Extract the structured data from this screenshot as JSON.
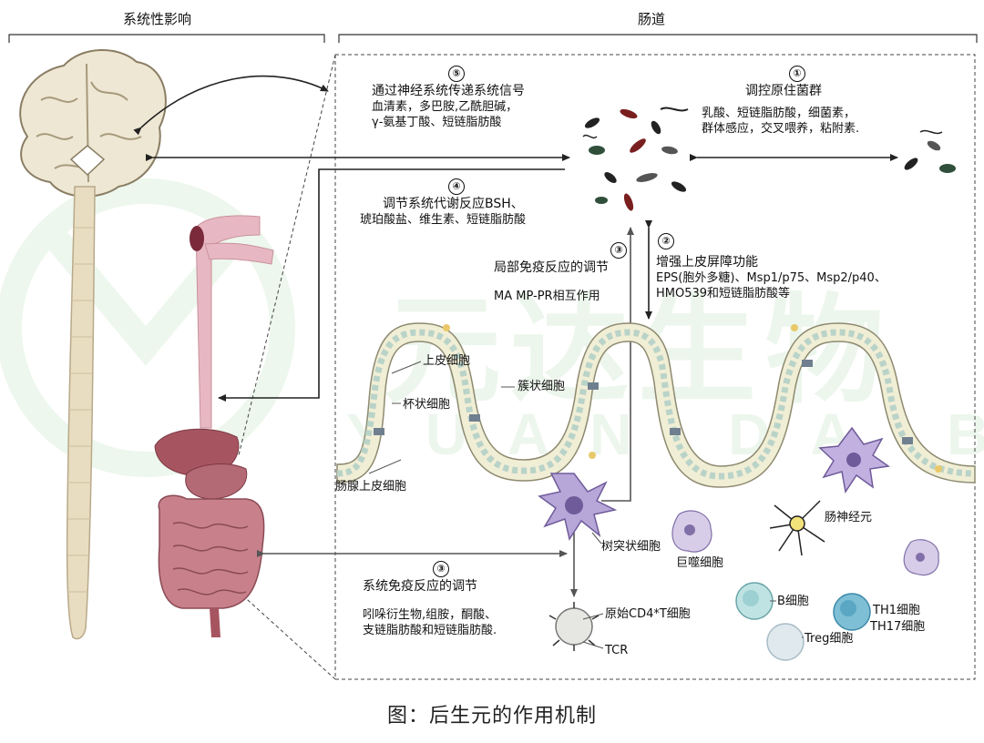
{
  "headers": {
    "systemic": "系统性影响",
    "gut": "肠道"
  },
  "mechanisms": {
    "m5": {
      "num": "⑤",
      "title": "通过神经系统传递系统信号",
      "lines": [
        "血清素，多巴胺,乙酰胆碱，",
        "γ-氨基丁酸、短链脂肪酸"
      ]
    },
    "m1": {
      "num": "①",
      "title": "调控原住菌群",
      "lines": [
        "乳酸、短链脂肪酸，细菌素，",
        "群体感应，交叉喂养，粘附素."
      ]
    },
    "m4": {
      "num": "④",
      "title": "调节系统代谢反应BSH、",
      "lines": [
        "琥珀酸盐、维生素、短链脂肪酸"
      ]
    },
    "m3local": {
      "num": "③",
      "title": "局部免疫反应的调节",
      "lines": [
        "MA MP-PR相互作用"
      ]
    },
    "m2": {
      "num": "②",
      "title": "增强上皮屏障功能",
      "lines": [
        "EPS(胞外多糖)、Msp1/p75、Msp2/p40、",
        "HMO539和短链脂肪酸等"
      ]
    },
    "m3sys": {
      "num": "③",
      "title": "系统免疫反应的调节",
      "lines": [
        "吲哚衍生物,组胺，酮酸、",
        "支链脂肪酸和短链脂肪酸."
      ]
    }
  },
  "cells": {
    "epithelial": "上皮细胞",
    "goblet": "杯状细胞",
    "tuft": "簇状细胞",
    "crypt": "肠腺上皮细胞",
    "dendritic": "树突状细胞",
    "macrophage": "巨噬细胞",
    "neuron": "肠神经元",
    "naive_t": "原始CD4*T细胞",
    "tcr": "TCR",
    "b_cell": "B细胞",
    "treg": "Treg细胞",
    "th1": "TH1细胞",
    "th17": "TH17细胞"
  },
  "watermark": {
    "cn": "元达生物",
    "en": "YUAN DA BIO"
  },
  "caption": "图：后生元的作用机制",
  "colors": {
    "brain": "#ede6d3",
    "spine": "#e8dcc0",
    "organ": "#b5707a",
    "epithelium": "#f3f0d8",
    "watermark": "#8cc88c"
  }
}
